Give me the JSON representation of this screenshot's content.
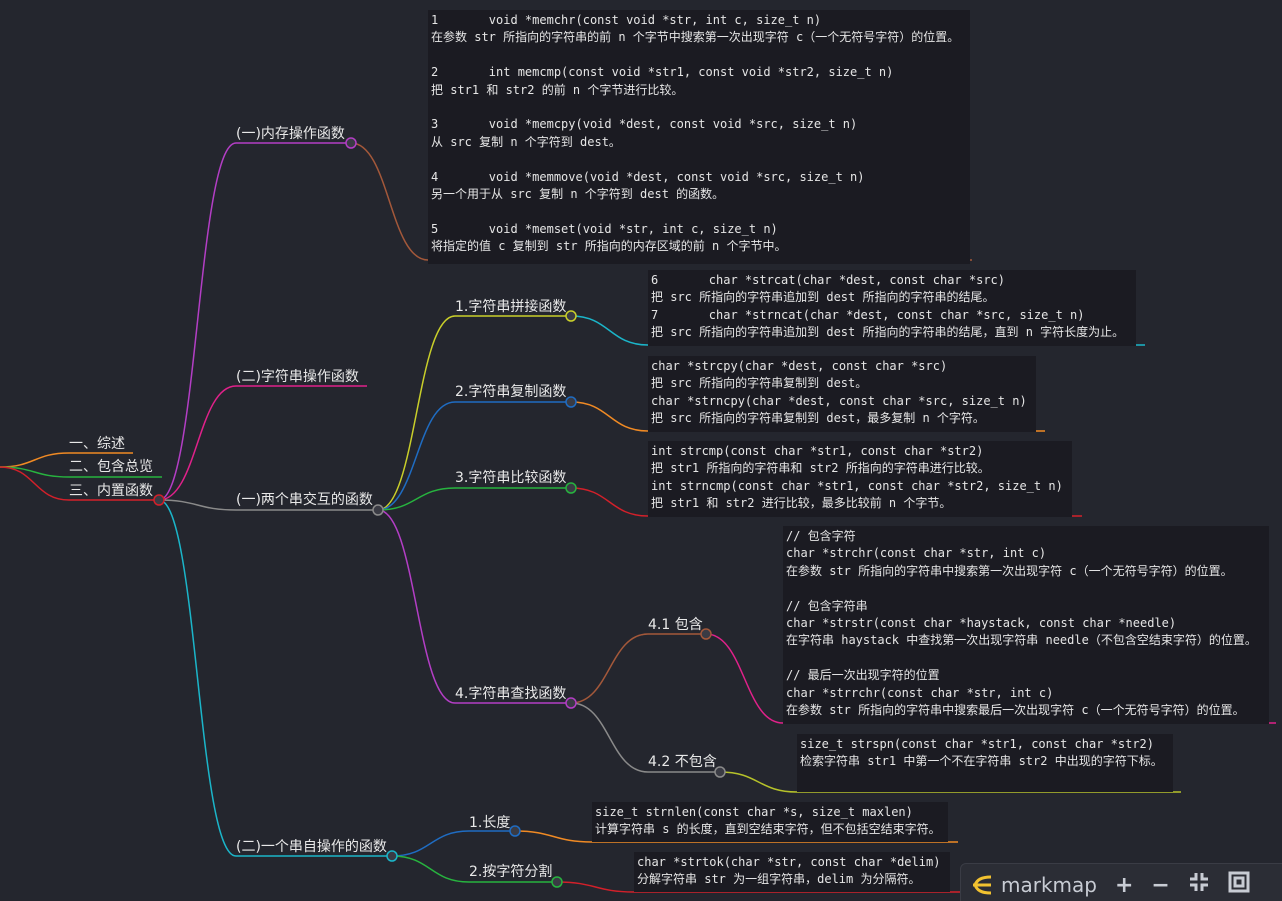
{
  "nodes": {
    "n1": "一、综述",
    "n2": "二、包含总览",
    "n3": "三、内置函数",
    "mem": "(一)内存操作函数",
    "str": "(二)字符串操作函数",
    "two": "(一)两个串交互的函数",
    "one": "(二)一个串自操作的函数",
    "cat": "1.字符串拼接函数",
    "cpy": "2.字符串复制函数",
    "cmp": "3.字符串比较函数",
    "find": "4.字符串查找函数",
    "inc": "4.1 包含",
    "exc": "4.2 不包含",
    "len": "1.长度",
    "tok": "2.按字符分割"
  },
  "code": {
    "mem": "1       void *memchr(const void *str, int c, size_t n)\n在参数 str 所指向的字符串的前 n 个字节中搜索第一次出现字符 c（一个无符号字符）的位置。\n\n2       int memcmp(const void *str1, const void *str2, size_t n)\n把 str1 和 str2 的前 n 个字节进行比较。\n\n3       void *memcpy(void *dest, const void *src, size_t n)\n从 src 复制 n 个字符到 dest。\n\n4       void *memmove(void *dest, const void *src, size_t n)\n另一个用于从 src 复制 n 个字符到 dest 的函数。\n\n5       void *memset(void *str, int c, size_t n)\n将指定的值 c 复制到 str 所指向的内存区域的前 n 个字节中。",
    "cat": "6       char *strcat(char *dest, const char *src)\n把 src 所指向的字符串追加到 dest 所指向的字符串的结尾。\n7       char *strncat(char *dest, const char *src, size_t n)\n把 src 所指向的字符串追加到 dest 所指向的字符串的结尾，直到 n 字符长度为止。",
    "cpy": "char *strcpy(char *dest, const char *src)\n把 src 所指向的字符串复制到 dest。\nchar *strncpy(char *dest, const char *src, size_t n)\n把 src 所指向的字符串复制到 dest，最多复制 n 个字符。",
    "cmp": "int strcmp(const char *str1, const char *str2)\n把 str1 所指向的字符串和 str2 所指向的字符串进行比较。\nint strncmp(const char *str1, const char *str2, size_t n)\n把 str1 和 str2 进行比较，最多比较前 n 个字节。",
    "inc": "// 包含字符\nchar *strchr(const char *str, int c)\n在参数 str 所指向的字符串中搜索第一次出现字符 c（一个无符号字符）的位置。\n\n// 包含字符串\nchar *strstr(const char *haystack, const char *needle)\n在字符串 haystack 中查找第一次出现字符串 needle（不包含空结束字符）的位置。\n\n// 最后一次出现字符的位置\nchar *strrchr(const char *str, int c)\n在参数 str 所指向的字符串中搜索最后一次出现字符 c（一个无符号字符）的位置。",
    "exc": "size_t strspn(const char *str1, const char *str2)\n检索字符串 str1 中第一个不在字符串 str2 中出现的字符下标。",
    "len": "size_t strnlen(const char *s, size_t maxlen)\n计算字符串 s 的长度，直到空结束字符，但不包括空结束字符。",
    "tok": "char *strtok(char *str, const char *delim)\n分解字符串 str 为一组字符串，delim 为分隔符。"
  },
  "toolbar": {
    "brand": "markmap"
  },
  "colors": {
    "orange": "#f08a24",
    "green": "#27b33f",
    "red": "#d3202a",
    "pink": "#e0218a",
    "grey": "#8a8a8a",
    "cyan": "#1bb5c9",
    "purple": "#b33ec5",
    "brown": "#a3583a",
    "yellow": "#c9cf2a",
    "blue": "#1f6cc2",
    "olive": "#b6c22a"
  }
}
